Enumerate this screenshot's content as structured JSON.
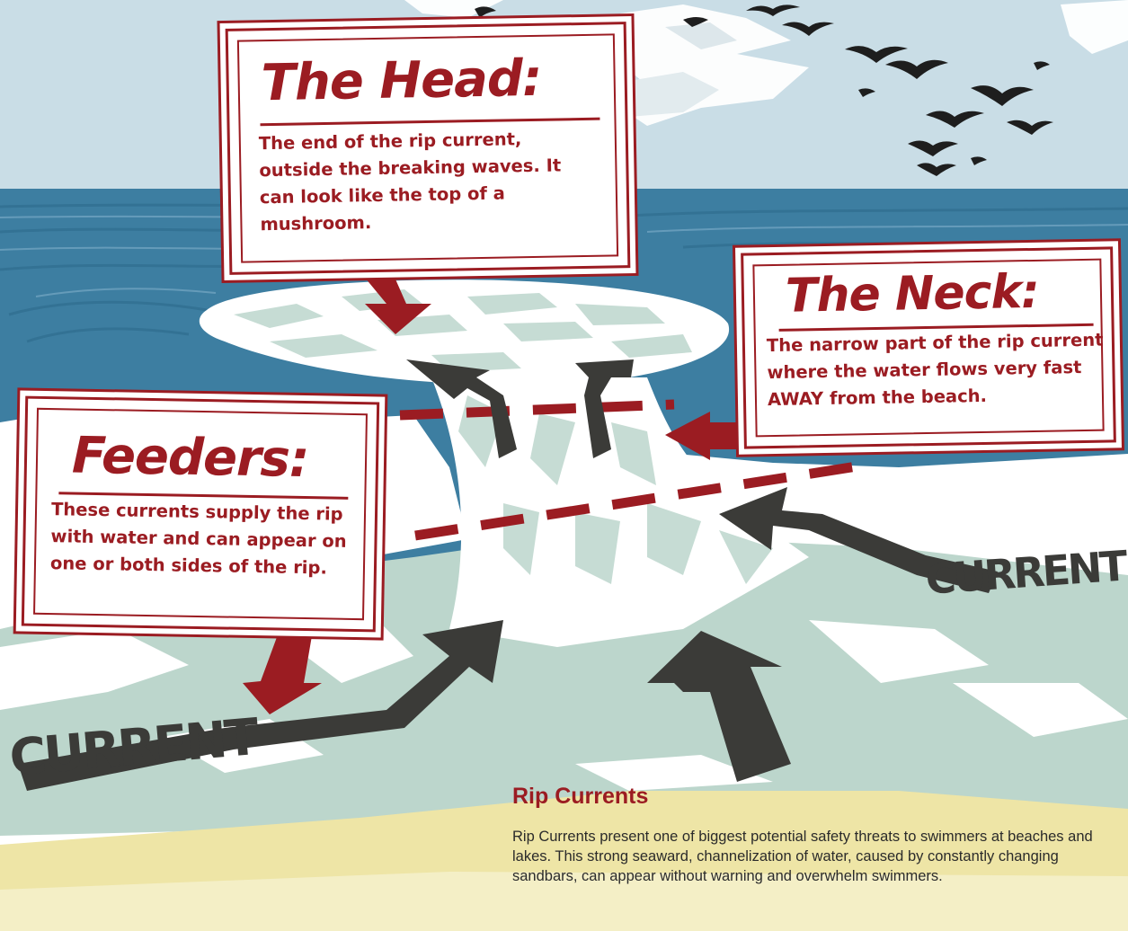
{
  "colors": {
    "sky": "#c9dde6",
    "ocean": "#3d7ea1",
    "ocean_light": "#4c8cb0",
    "foam": "#ffffff",
    "shallow": "#bcd6cc",
    "sand": "#eee5a6",
    "accent_red": "#9b1c22",
    "arrow_dark": "#3b3b38",
    "bird": "#1e1e1e"
  },
  "labels": {
    "head": {
      "title": "The Head:",
      "body": "The end of the rip current, outside the breaking waves. It can look like the top of a mushroom."
    },
    "neck": {
      "title": "The Neck:",
      "body": "The narrow part of the rip current where the water flows very fast AWAY from the beach."
    },
    "feeders": {
      "title": "Feeders:",
      "body": "These currents supply the rip with water and can appear on one or both sides of the rip."
    }
  },
  "current_labels": {
    "left": "CURRENT",
    "right": "CURRENT"
  },
  "info": {
    "title": "Rip Currents",
    "description": "Rip Currents present one of biggest potential safety threats to swimmers at beaches and lakes. This strong seaward, channelization of water, caused by constantly changing sandbars, can appear without warning and overwhelm swimmers."
  },
  "icons": [
    "bird-icon",
    "arrow-icon"
  ]
}
